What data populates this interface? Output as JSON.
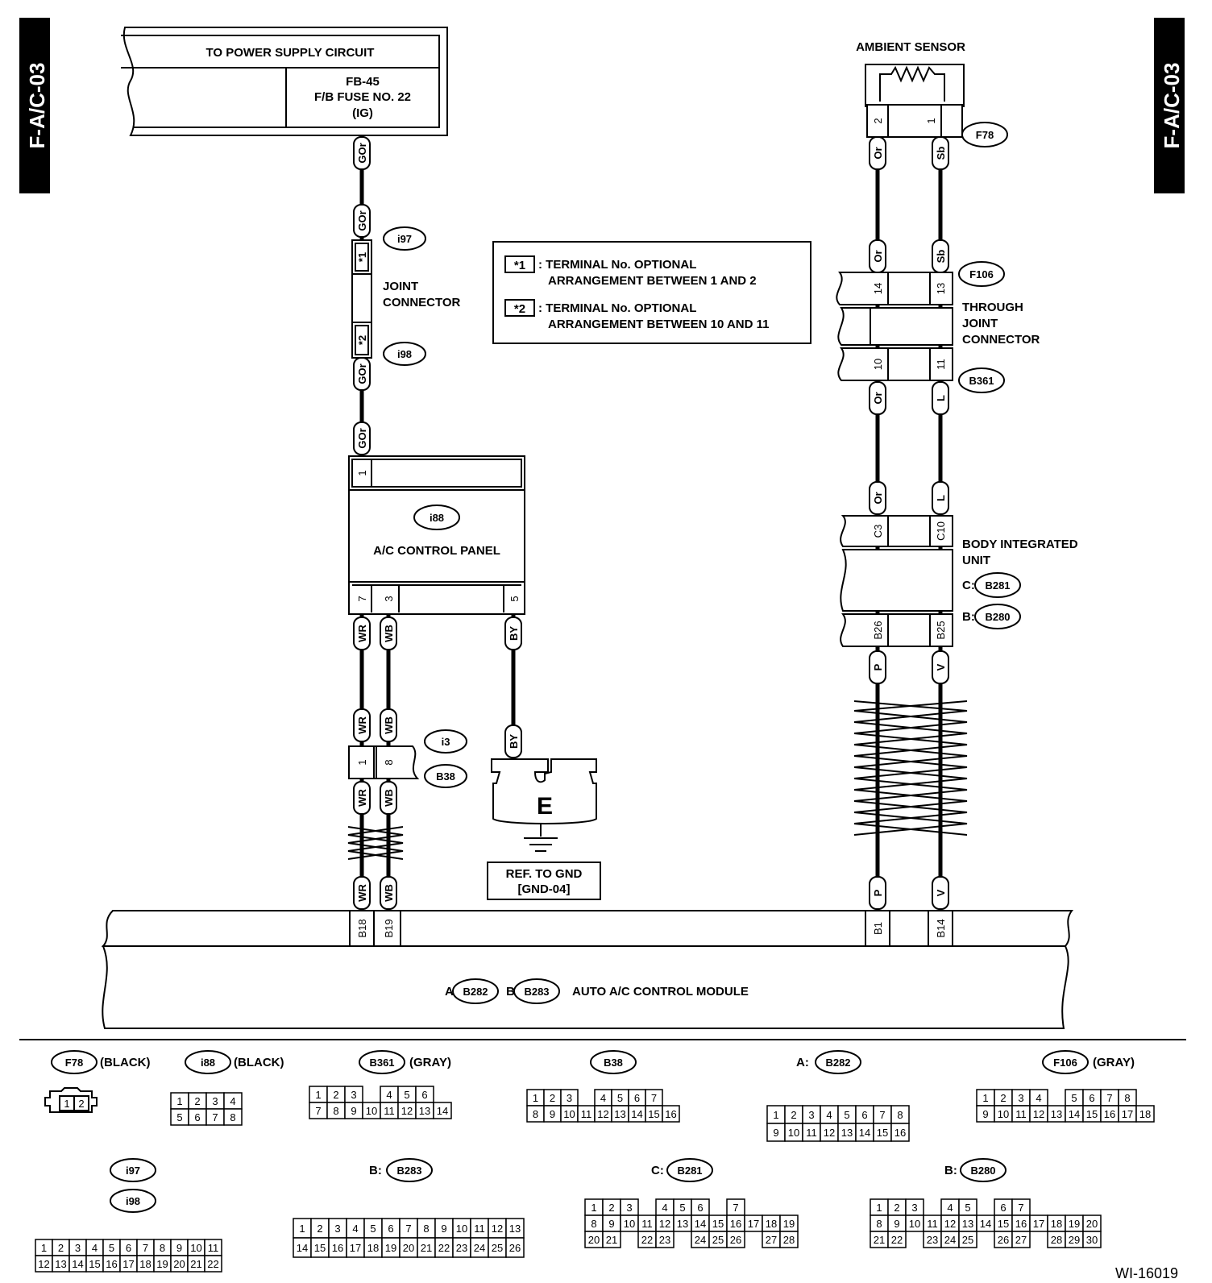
{
  "side_tag": "F-A/C-03",
  "power_supply": {
    "title": "TO POWER SUPPLY CIRCUIT",
    "fuse_line1": "FB-45",
    "fuse_line2": "F/B FUSE NO. 22",
    "fuse_line3": "(IG)"
  },
  "notes": {
    "n1_mark": "*1",
    "n1_line1": ": TERMINAL No. OPTIONAL",
    "n1_line2": "ARRANGEMENT BETWEEN 1 AND 2",
    "n2_mark": "*2",
    "n2_line1": ": TERMINAL No. OPTIONAL",
    "n2_line2": "ARRANGEMENT BETWEEN 10 AND 11"
  },
  "joint_connector": {
    "line1": "JOINT",
    "line2": "CONNECTOR",
    "top_id": "i97",
    "bottom_id": "i98",
    "pin_top": "*1",
    "pin_bottom": "*2"
  },
  "ac_panel": {
    "id": "i88",
    "label": "A/C CONTROL PANEL",
    "pins": [
      "1",
      "7",
      "3",
      "5"
    ]
  },
  "ambient_sensor": {
    "label": "AMBIENT SENSOR",
    "connector": "F78",
    "pins": [
      "2",
      "1"
    ]
  },
  "through_joint": {
    "line1": "THROUGH",
    "line2": "JOINT",
    "line3": "CONNECTOR",
    "top_id": "F106",
    "bottom_id": "B361",
    "top_pins": [
      "14",
      "13"
    ],
    "bottom_pins": [
      "10",
      "11"
    ]
  },
  "body_unit": {
    "line1": "BODY INTEGRATED",
    "line2": "UNIT",
    "c_prefix": "C:",
    "c_id": "B281",
    "b_prefix": "B:",
    "b_id": "B280",
    "c_pins": [
      "C3",
      "C10"
    ],
    "b_pins": [
      "B26",
      "B25"
    ]
  },
  "inline_conn": {
    "top_id": "i3",
    "bottom_id": "B38",
    "pins": [
      "1",
      "8"
    ]
  },
  "ground": {
    "letter": "E",
    "ref_line1": "REF. TO GND",
    "ref_line2": "[GND-04]"
  },
  "wires": {
    "GOr": "GOr",
    "WR": "WR",
    "WB": "WB",
    "BY": "BY",
    "Or": "Or",
    "Sb": "Sb",
    "L": "L",
    "P": "P",
    "V": "V"
  },
  "module": {
    "a_prefix": "A:",
    "a_id": "B282",
    "b_prefix": "B:",
    "b_id": "B283",
    "label": "AUTO A/C CONTROL MODULE",
    "pins": [
      "B18",
      "B19",
      "B1",
      "B14"
    ]
  },
  "connectors": {
    "f78": {
      "id": "F78",
      "color": "(BLACK)",
      "pins": [
        "1",
        "2"
      ]
    },
    "i88": {
      "id": "i88",
      "color": "(BLACK)",
      "row1": [
        "1",
        "2",
        "3",
        "4"
      ],
      "row2": [
        "5",
        "6",
        "7",
        "8"
      ]
    },
    "b361": {
      "id": "B361",
      "color": "(GRAY)",
      "row1": [
        "1",
        "2",
        "3",
        "4",
        "5",
        "6"
      ],
      "row2": [
        "7",
        "8",
        "9",
        "10",
        "11",
        "12",
        "13",
        "14"
      ]
    },
    "b38": {
      "id": "B38",
      "row1": [
        "1",
        "2",
        "3",
        "4",
        "5",
        "6",
        "7"
      ],
      "row2": [
        "8",
        "9",
        "10",
        "11",
        "12",
        "13",
        "14",
        "15",
        "16"
      ]
    },
    "b282": {
      "prefix": "A:",
      "id": "B282",
      "row1": [
        "1",
        "2",
        "3",
        "4",
        "5",
        "6",
        "7",
        "8"
      ],
      "row2": [
        "9",
        "10",
        "11",
        "12",
        "13",
        "14",
        "15",
        "16"
      ]
    },
    "f106": {
      "id": "F106",
      "color": "(GRAY)",
      "row1": [
        "1",
        "2",
        "3",
        "4",
        "5",
        "6",
        "7",
        "8"
      ],
      "row2": [
        "9",
        "10",
        "11",
        "12",
        "13",
        "14",
        "15",
        "16",
        "17",
        "18"
      ]
    },
    "i97": {
      "id": "i97",
      "id2": "i98",
      "row1": [
        "1",
        "2",
        "3",
        "4",
        "5",
        "6",
        "7",
        "8",
        "9",
        "10",
        "11"
      ],
      "row2": [
        "12",
        "13",
        "14",
        "15",
        "16",
        "17",
        "18",
        "19",
        "20",
        "21",
        "22"
      ]
    },
    "b283": {
      "prefix": "B:",
      "id": "B283",
      "row1": [
        "1",
        "2",
        "3",
        "4",
        "5",
        "6",
        "7",
        "8",
        "9",
        "10",
        "11",
        "12",
        "13"
      ],
      "row2": [
        "14",
        "15",
        "16",
        "17",
        "18",
        "19",
        "20",
        "21",
        "22",
        "23",
        "24",
        "25",
        "26"
      ]
    },
    "b281": {
      "prefix": "C:",
      "id": "B281",
      "row1": [
        "1",
        "2",
        "3",
        "4",
        "5",
        "6",
        "7"
      ],
      "row2": [
        "8",
        "9",
        "10",
        "11",
        "12",
        "13",
        "14",
        "15",
        "16",
        "17",
        "18",
        "19"
      ],
      "row3": [
        "20",
        "21",
        "22",
        "23",
        "24",
        "25",
        "26",
        "27",
        "28"
      ]
    },
    "b280": {
      "prefix": "B:",
      "id": "B280",
      "row1": [
        "1",
        "2",
        "3",
        "4",
        "5",
        "6",
        "7"
      ],
      "row2": [
        "8",
        "9",
        "10",
        "11",
        "12",
        "13",
        "14",
        "15",
        "16",
        "17",
        "18",
        "19",
        "20"
      ],
      "row3": [
        "21",
        "22",
        "23",
        "24",
        "25",
        "26",
        "27",
        "28",
        "29",
        "30"
      ]
    }
  },
  "figure_id": "WI-16019"
}
